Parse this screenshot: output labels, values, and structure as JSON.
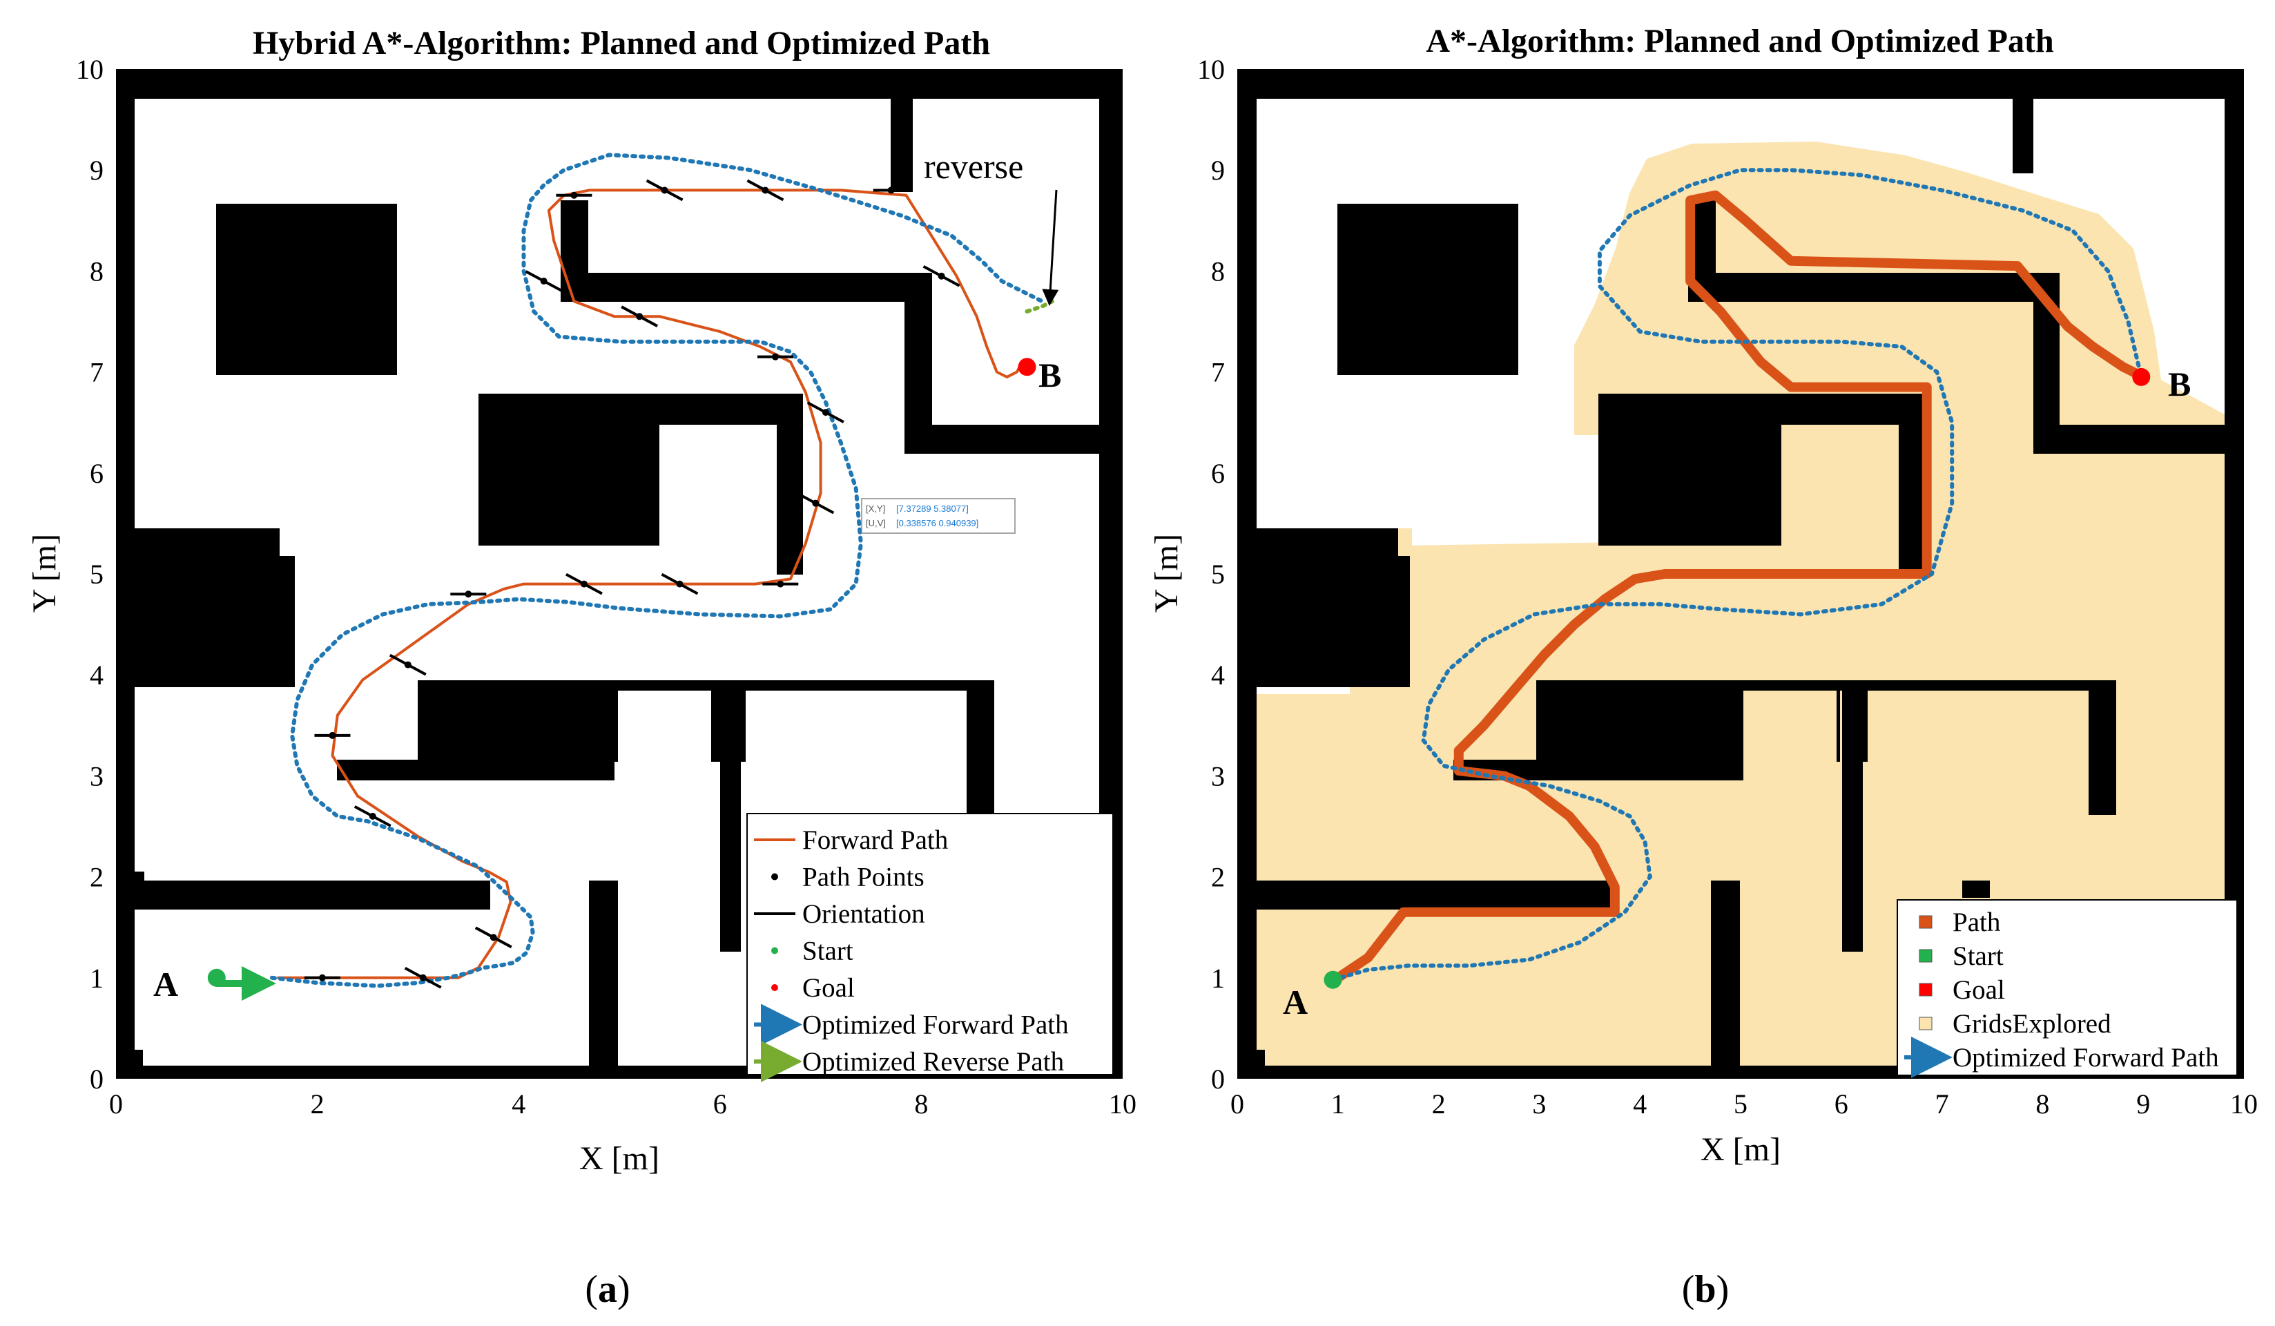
{
  "chart_data": [
    {
      "type": "line",
      "title": "Hybrid A*-Algorithm: Planned and Optimized Path",
      "xlabel": "X [m]",
      "ylabel": "Y [m]",
      "xlim": [
        0,
        10
      ],
      "ylim": [
        0,
        10
      ],
      "xticks": [
        "0",
        "2",
        "4",
        "6",
        "8",
        "10"
      ],
      "yticks": [
        "0",
        "1",
        "2",
        "3",
        "4",
        "5",
        "6",
        "7",
        "8",
        "9",
        "10"
      ],
      "grid": false,
      "legend_position": "bottom-right",
      "sub_label": "a",
      "start_label": "A",
      "goal_label": "B",
      "start": [
        1.0,
        1.0
      ],
      "goal": [
        9.05,
        7.05
      ],
      "annotation": "reverse",
      "datatip": {
        "xy_label": "[X,Y]",
        "xy_value": "[7.37289 5.38077]",
        "uv_label": "[U,V]",
        "uv_value": "[0.338576 0.940939]"
      },
      "legend": [
        {
          "label": "Forward Path",
          "marker": "line",
          "color": "#d95319"
        },
        {
          "label": "Path Points",
          "marker": "dot",
          "color": "#000000"
        },
        {
          "label": "Orientation",
          "marker": "line",
          "color": "#000000"
        },
        {
          "label": "Start",
          "marker": "dot",
          "color": "#22b14c"
        },
        {
          "label": "Goal",
          "marker": "dot",
          "color": "#ff0000"
        },
        {
          "label": "Optimized Forward Path",
          "marker": "arrow",
          "color": "#1f77b4"
        },
        {
          "label": "Optimized Reverse Path",
          "marker": "arrow",
          "color": "#77ac30"
        }
      ],
      "series": [
        {
          "name": "Forward Path",
          "color": "#d95319",
          "x": [
            1.6,
            2.1,
            2.9,
            3.4,
            3.6,
            3.8,
            3.92,
            3.88,
            3.7,
            3.45,
            3.0,
            2.4,
            2.15,
            2.2,
            2.45,
            2.8,
            3.15,
            3.5,
            3.85,
            4.05,
            4.5,
            5.5,
            6.35,
            6.7,
            6.85,
            7.0,
            7.0,
            6.85,
            6.7,
            6.4,
            6.0,
            5.4,
            4.95,
            4.55,
            4.45,
            4.35,
            4.3,
            4.45,
            4.7,
            5.5,
            6.4,
            7.2,
            7.85,
            8.1,
            8.35,
            8.55,
            8.65,
            8.75,
            8.85,
            8.95,
            9.0
          ],
          "y": [
            1.0,
            1.0,
            1.0,
            1.0,
            1.1,
            1.4,
            1.75,
            1.95,
            2.05,
            2.15,
            2.4,
            2.8,
            3.2,
            3.6,
            3.95,
            4.2,
            4.45,
            4.7,
            4.85,
            4.9,
            4.9,
            4.9,
            4.9,
            4.95,
            5.3,
            5.8,
            6.3,
            6.8,
            7.1,
            7.25,
            7.4,
            7.55,
            7.55,
            7.7,
            8.0,
            8.3,
            8.6,
            8.75,
            8.8,
            8.8,
            8.8,
            8.8,
            8.75,
            8.35,
            7.95,
            7.55,
            7.25,
            7.0,
            6.95,
            7.0,
            7.1
          ]
        },
        {
          "name": "Optimized Forward Path",
          "color": "#1f77b4",
          "x": [
            1.55,
            2.0,
            2.6,
            3.0,
            3.3,
            3.5,
            3.65,
            3.8,
            3.95,
            4.08,
            4.14,
            4.12,
            4.0,
            3.6,
            3.0,
            2.5,
            2.2,
            1.95,
            1.8,
            1.75,
            1.8,
            1.95,
            2.25,
            2.65,
            3.1,
            3.6,
            4.0,
            4.5,
            5.0,
            5.8,
            6.6,
            7.1,
            7.35,
            7.4,
            7.35,
            7.2,
            7.05,
            6.9,
            6.7,
            6.4,
            5.8,
            5.0,
            4.4,
            4.15,
            4.05,
            4.05,
            4.12,
            4.25,
            4.45,
            4.9,
            5.5,
            6.3,
            7.0,
            7.8,
            8.3,
            8.6,
            8.8,
            9.0,
            9.2
          ],
          "y": [
            1.0,
            0.95,
            0.92,
            0.95,
            1.0,
            1.05,
            1.1,
            1.12,
            1.15,
            1.25,
            1.45,
            1.6,
            1.72,
            2.1,
            2.38,
            2.55,
            2.6,
            2.8,
            3.1,
            3.4,
            3.75,
            4.1,
            4.4,
            4.6,
            4.7,
            4.72,
            4.75,
            4.72,
            4.66,
            4.6,
            4.58,
            4.65,
            4.9,
            5.3,
            5.85,
            6.3,
            6.7,
            7.0,
            7.2,
            7.3,
            7.3,
            7.3,
            7.35,
            7.6,
            8.0,
            8.4,
            8.7,
            8.85,
            9.0,
            9.15,
            9.12,
            9.0,
            8.8,
            8.55,
            8.35,
            8.1,
            7.9,
            7.8,
            7.7
          ]
        },
        {
          "name": "Optimized Reverse Path",
          "color": "#77ac30",
          "x": [
            9.05,
            9.2,
            9.3
          ],
          "y": [
            7.6,
            7.65,
            7.7
          ]
        },
        {
          "name": "Path Points",
          "color": "#000000",
          "x": [
            2.05,
            3.05,
            3.75,
            2.15,
            2.55,
            2.9,
            3.5,
            4.65,
            5.6,
            6.6,
            6.95,
            7.05,
            6.55,
            5.2,
            4.25,
            4.55,
            5.45,
            6.45,
            7.7,
            8.2
          ],
          "y": [
            1.0,
            1.0,
            1.4,
            3.4,
            2.6,
            4.1,
            4.8,
            4.9,
            4.9,
            4.9,
            5.7,
            6.6,
            7.15,
            7.55,
            7.9,
            8.75,
            8.8,
            8.8,
            8.8,
            7.95
          ]
        }
      ]
    },
    {
      "type": "line",
      "title": "A*-Algorithm: Planned and Optimized Path",
      "xlabel": "X [m]",
      "ylabel": "Y [m]",
      "xlim": [
        0,
        10
      ],
      "ylim": [
        0,
        10
      ],
      "xticks": [
        "0",
        "1",
        "2",
        "3",
        "4",
        "5",
        "6",
        "7",
        "8",
        "9",
        "10"
      ],
      "yticks": [
        "0",
        "1",
        "2",
        "3",
        "4",
        "5",
        "6",
        "7",
        "8",
        "9",
        "10"
      ],
      "grid": false,
      "legend_position": "bottom-right",
      "sub_label": "b",
      "start_label": "A",
      "goal_label": "B",
      "start": [
        0.95,
        0.98
      ],
      "goal": [
        8.98,
        6.95
      ],
      "legend": [
        {
          "label": "Path",
          "marker": "square",
          "color": "#d95319"
        },
        {
          "label": "Start",
          "marker": "square",
          "color": "#22b14c"
        },
        {
          "label": "Goal",
          "marker": "square",
          "color": "#ff0000"
        },
        {
          "label": "GridsExplored",
          "marker": "square",
          "color": "#fbe4b0"
        },
        {
          "label": "Optimized Forward Path",
          "marker": "arrow",
          "color": "#1f77b4"
        }
      ],
      "series": [
        {
          "name": "Path",
          "color": "#d95319",
          "x": [
            1.0,
            1.3,
            1.65,
            3.75,
            3.75,
            3.55,
            3.3,
            2.9,
            2.65,
            2.2,
            2.2,
            2.45,
            2.75,
            3.05,
            3.35,
            3.65,
            3.95,
            4.25,
            4.55,
            6.85,
            6.85,
            6.55,
            5.5,
            5.2,
            4.8,
            4.5,
            4.5,
            4.75,
            5.05,
            5.5,
            7.75,
            8.0,
            8.25,
            8.5,
            8.8,
            9.0
          ],
          "y": [
            1.0,
            1.2,
            1.65,
            1.65,
            1.9,
            2.3,
            2.6,
            2.9,
            3.0,
            3.05,
            3.25,
            3.5,
            3.85,
            4.2,
            4.5,
            4.75,
            4.95,
            5.0,
            5.0,
            5.0,
            6.85,
            6.85,
            6.85,
            7.1,
            7.6,
            7.9,
            8.7,
            8.75,
            8.5,
            8.1,
            8.05,
            7.75,
            7.45,
            7.25,
            7.05,
            6.95
          ]
        },
        {
          "name": "Optimized Forward Path",
          "color": "#1f77b4",
          "x": [
            0.95,
            1.3,
            1.7,
            2.3,
            2.9,
            3.4,
            3.85,
            4.1,
            4.05,
            3.9,
            3.6,
            3.1,
            2.5,
            2.05,
            1.85,
            1.9,
            2.1,
            2.45,
            2.95,
            3.6,
            4.2,
            4.8,
            5.6,
            6.4,
            6.9,
            7.1,
            7.1,
            6.95,
            6.6,
            6.0,
            5.3,
            4.6,
            4.0,
            3.6,
            3.6,
            3.9,
            4.5,
            5.0,
            5.5,
            6.2,
            7.0,
            7.8,
            8.3,
            8.65,
            8.85,
            8.98
          ],
          "y": [
            0.98,
            1.08,
            1.12,
            1.12,
            1.18,
            1.35,
            1.65,
            2.0,
            2.35,
            2.6,
            2.75,
            2.9,
            3.0,
            3.1,
            3.35,
            3.7,
            4.05,
            4.35,
            4.6,
            4.7,
            4.7,
            4.65,
            4.6,
            4.7,
            5.0,
            5.7,
            6.5,
            7.0,
            7.25,
            7.3,
            7.3,
            7.3,
            7.4,
            7.85,
            8.2,
            8.55,
            8.85,
            9.0,
            9.0,
            8.95,
            8.8,
            8.6,
            8.4,
            8.0,
            7.5,
            6.95
          ]
        }
      ]
    }
  ],
  "caption": {
    "a": "(a)",
    "b": "(b)"
  }
}
